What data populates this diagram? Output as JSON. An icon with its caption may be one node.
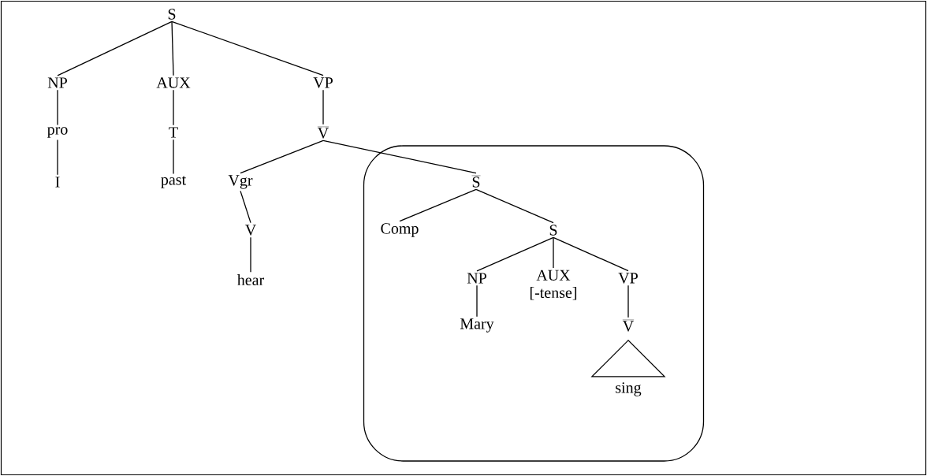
{
  "diagram": {
    "nodes": [
      {
        "text": [
          "S"
        ]
      },
      {
        "text": [
          "NP"
        ]
      },
      {
        "text": [
          "AUX"
        ]
      },
      {
        "text": [
          "VP"
        ]
      },
      {
        "text": [
          "pro"
        ]
      },
      {
        "text": [
          "T"
        ]
      },
      {
        "text": [
          "V"
        ]
      },
      {
        "text": [
          "I"
        ]
      },
      {
        "text": [
          "past"
        ]
      },
      {
        "text": [
          "Vgr"
        ]
      },
      {
        "text": [],
        "shape": "box"
      },
      {
        "text": [
          "S"
        ],
        "in": 10
      },
      {
        "text": [
          "V"
        ]
      },
      {
        "text": [
          "hear"
        ]
      },
      {
        "text": [
          "Comp"
        ],
        "in": 10
      },
      {
        "text": [
          "S"
        ],
        "in": 10
      },
      {
        "text": [
          "NP"
        ],
        "in": 10
      },
      {
        "text": [
          "AUX",
          "[-tense]"
        ],
        "in": 10
      },
      {
        "text": [
          "VP"
        ],
        "in": 10
      },
      {
        "text": [
          "Mary"
        ],
        "in": 10
      },
      {
        "text": [
          "V"
        ],
        "in": 10
      },
      {
        "text": [
          "sing"
        ],
        "in": 10
      }
    ],
    "edges": [
      {
        "from": 0,
        "to": 1,
        "arrow": "none"
      },
      {
        "from": 0,
        "to": 2,
        "arrow": "none"
      },
      {
        "from": 0,
        "to": 3,
        "arrow": "none"
      },
      {
        "from": 1,
        "to": 4,
        "arrow": "none"
      },
      {
        "from": 2,
        "to": 5,
        "arrow": "none"
      },
      {
        "from": 3,
        "to": 6,
        "arrow": "none"
      },
      {
        "from": 4,
        "to": 7,
        "arrow": "none"
      },
      {
        "from": 5,
        "to": 8,
        "arrow": "none"
      },
      {
        "from": 6,
        "to": 9,
        "arrow": "none"
      },
      {
        "from": 6,
        "to": 11,
        "arrow": "none"
      },
      {
        "from": 9,
        "to": 12,
        "arrow": "none"
      },
      {
        "from": 12,
        "to": 13,
        "arrow": "none"
      },
      {
        "from": 11,
        "to": 14,
        "arrow": "none"
      },
      {
        "from": 11,
        "to": 15,
        "arrow": "none"
      },
      {
        "from": 15,
        "to": 16,
        "arrow": "none"
      },
      {
        "from": 15,
        "to": 17,
        "arrow": "none"
      },
      {
        "from": 15,
        "to": 18,
        "arrow": "none"
      },
      {
        "from": 16,
        "to": 19,
        "arrow": "none"
      },
      {
        "from": 18,
        "to": 20,
        "arrow": "none"
      }
    ]
  }
}
